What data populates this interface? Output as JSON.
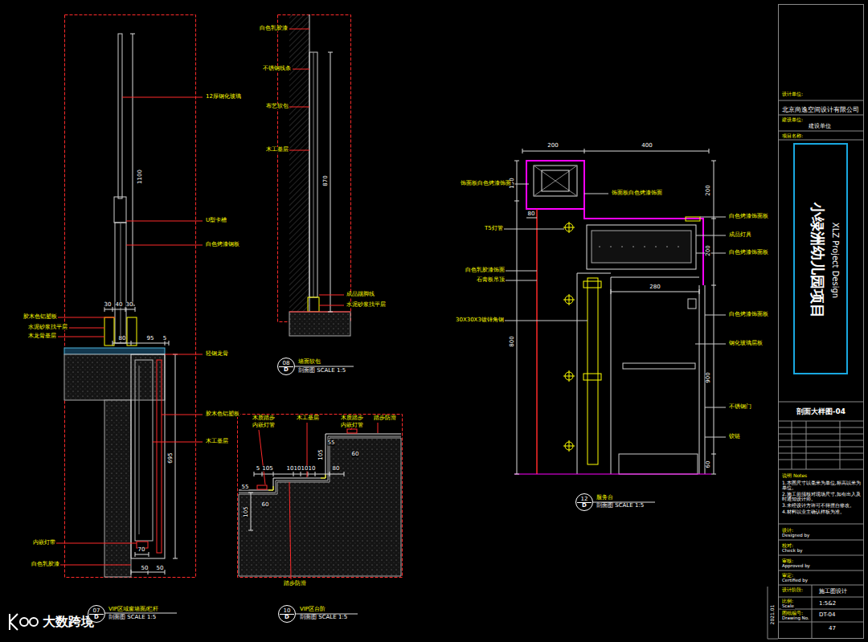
{
  "diagram": {
    "title": "剖面大样图-04",
    "nodes": [
      {
        "text": [
          "小绿洲幼儿园项目",
          "XLZ Project Design"
        ]
      },
      {
        "text": [
          "07",
          "D"
        ]
      },
      {
        "text": [
          "08",
          "D"
        ]
      },
      {
        "text": [
          "10",
          "D"
        ]
      },
      {
        "text": [
          "12",
          "D"
        ]
      }
    ],
    "labels": [
      "12厚钢化玻璃",
      "U型卡槽",
      "白色烤漆钢板",
      "胶木色铝塑板",
      "水泥砂浆找平层",
      "木龙骨基层",
      "轻钢龙骨",
      "胶木色铝塑板",
      "木工基层",
      "内嵌灯带",
      "白色乳胶漆",
      "1100",
      "30",
      "40",
      "30",
      "80",
      "95",
      "5",
      "695",
      "70",
      "50",
      "50",
      "VIP区域窗墙面/栏杆",
      "剖面图 SCALE 1:5",
      "白色乳胶漆",
      "不锈钢线条",
      "布艺软包",
      "木工基层",
      "870",
      "成品踢脚线",
      "水泥砂浆找平层",
      "墙面软包",
      "剖面图 SCALE 1:5",
      "木质踏步",
      "内嵌灯管",
      "木工基层",
      "木质踏步",
      "内嵌灯管",
      "踏步防滑",
      "踏步防滑",
      "5",
      "105",
      "10",
      "10",
      "10",
      "10",
      "80",
      "55",
      "105",
      "60",
      "60",
      "105",
      "55",
      "VIP区台阶",
      "剖面图 SCALE 1:5",
      "200",
      "400",
      "150",
      "80",
      "200",
      "200",
      "280",
      "900",
      "60",
      "800",
      "饰面板白色烤漆饰面",
      "T5灯管",
      "白色乳胶漆饰面",
      "石膏板吊顶",
      "30X30X3镀锌角钢",
      "饰面板白色烤漆饰面",
      "白色烤漆饰面板",
      "成品灯具",
      "白色烤漆饰面板",
      "白色烤漆饰面板",
      "钢化玻璃层板",
      "不锈钢门",
      "铰链",
      "服务台",
      "剖面图 SCALE 1:5",
      "设计单位:",
      "北京尚逸空间设计有限公司",
      "建设单位:",
      "建设单位",
      "项目名称:",
      "说明 Notes",
      "1.本图尺寸以毫米为单位,标高以米为单位。",
      "2.施工前须核对现场尺寸,如有出入及时通知设计师。",
      "3.未经设计方许可不得擅自修改。",
      "4.材料以业主确认样板为准。",
      "设计:",
      "Designed by",
      "校对:",
      "Check by",
      "审核:",
      "Approved by",
      "审定:",
      "Certified by",
      "设计阶段:",
      "施工图设计",
      "比例:",
      "Scale",
      "1:5&2",
      "图纸编号:",
      "Drawing No.",
      "DT-04",
      "47",
      "2021.01",
      "大数跨境"
    ]
  }
}
